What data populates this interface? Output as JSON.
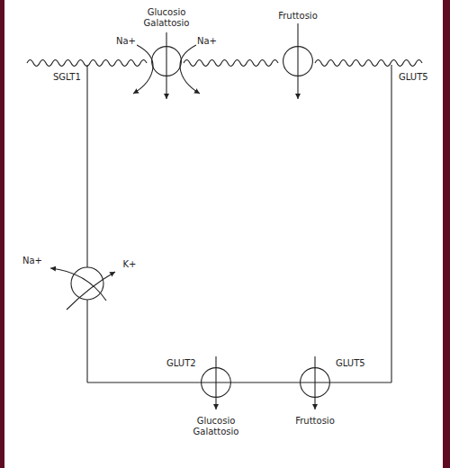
{
  "diagram": {
    "nodes": [
      {
        "text": [
          "SGLT1"
        ]
      },
      {
        "text": [
          "GLUT5"
        ]
      },
      {
        "text": [
          "GLUT2"
        ]
      },
      {
        "text": [
          "GLUT5"
        ]
      }
    ],
    "labels": [
      "Glucosio Galattosio",
      "Na+",
      "Na+",
      "Fruttosio",
      "Na+",
      "K+",
      "Glucosio Galattosio",
      "Fruttosio"
    ]
  }
}
